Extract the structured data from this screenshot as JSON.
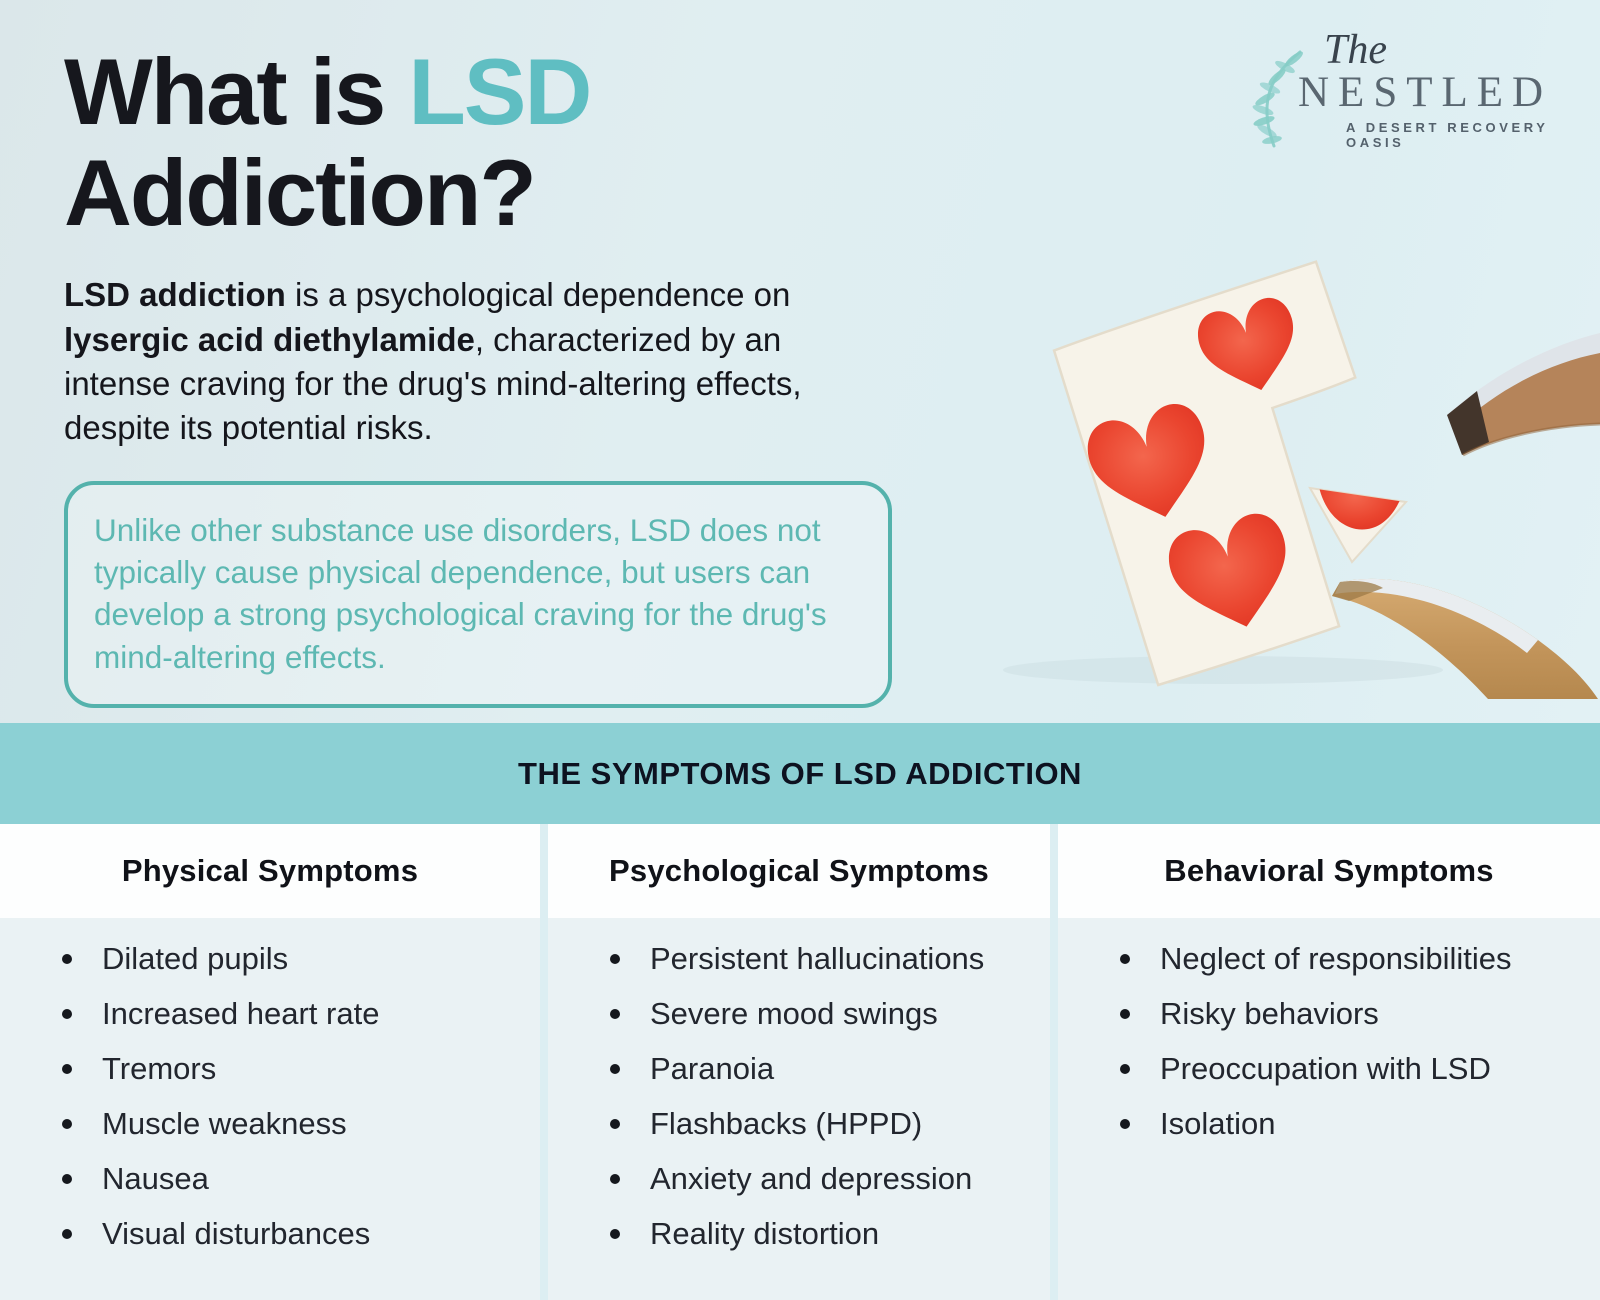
{
  "logo": {
    "script": "The",
    "name": "NESTLED",
    "tagline": "A DESERT RECOVERY OASIS"
  },
  "hero": {
    "title": {
      "part1": "What is",
      "accent": "LSD",
      "part2": "Addiction?"
    },
    "intro": {
      "bold1": "LSD addiction",
      "text1": " is a psychological dependence on ",
      "bold2": "lysergic acid diethylamide",
      "text2": ", characterized by an intense craving for the drug's mind-altering effects, despite its potential risks."
    },
    "callout": "Unlike other substance use disorders, LSD does not typically cause physical dependence, but users can develop a strong psychological craving for the drug's mind-altering effects."
  },
  "banner": {
    "title": "THE SYMPTOMS OF LSD ADDICTION"
  },
  "columns": [
    {
      "title": "Physical Symptoms",
      "items": [
        "Dilated pupils",
        "Increased heart rate",
        "Tremors",
        "Muscle weakness",
        "Nausea",
        "Visual disturbances"
      ]
    },
    {
      "title": "Psychological Symptoms",
      "items": [
        "Persistent hallucinations",
        "Severe mood swings",
        "Paranoia",
        "Flashbacks (HPPD)",
        "Anxiety and depression",
        "Reality distortion"
      ]
    },
    {
      "title": "Behavioral Symptoms",
      "items": [
        "Neglect of responsibilities",
        "Risky behaviors",
        "Preoccupation with LSD",
        "Isolation"
      ]
    }
  ],
  "icons": {
    "logo_branch": "leaf-branch-icon",
    "illustration": "lsd-blotter-and-tweezers-illustration"
  },
  "colors": {
    "accent_teal": "#5fbec2",
    "banner_teal": "#8cd0d4",
    "callout_teal": "#54b2ac",
    "heart_red": "#e8432f",
    "dark_text": "#16171d",
    "column_body_bg": "#eaf2f4",
    "header_cell_bg": "#fdfefe"
  }
}
